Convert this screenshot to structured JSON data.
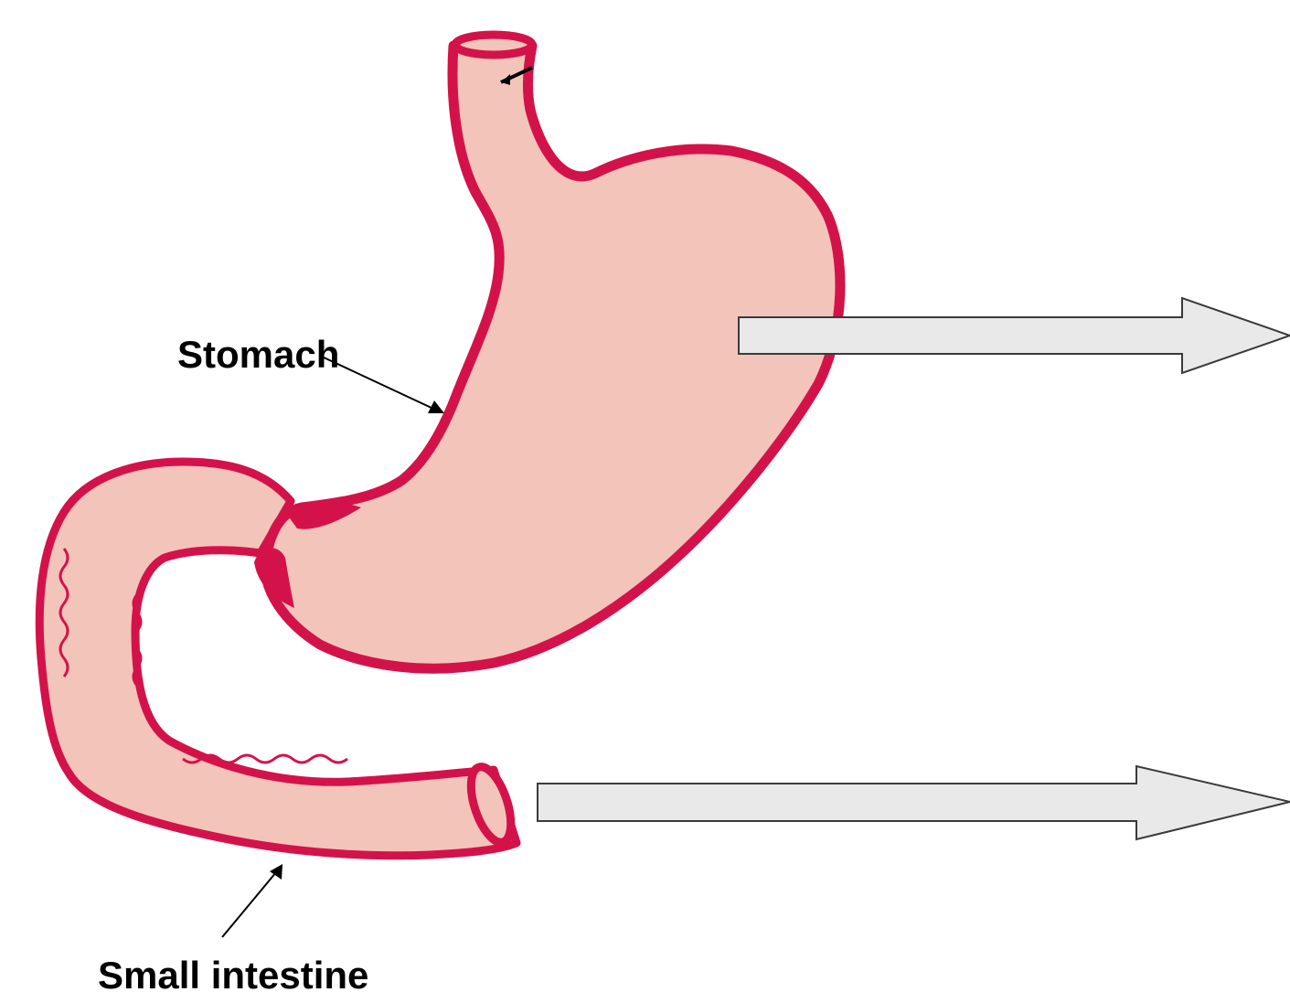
{
  "labels": {
    "stomach": "Stomach",
    "small_intestine": "Small intestine"
  },
  "colors": {
    "organ_fill": "#f2c4ba",
    "organ_wall": "#d4124a",
    "arrow_fill": "#e9e9e9",
    "arrow_outline": "#3a3a3a",
    "pointer": "#000000",
    "background": "#ffffff"
  },
  "icons": {
    "stomach": "stomach-illustration",
    "small_intestine": "intestine-illustration",
    "arrows": "block-arrow-right"
  }
}
